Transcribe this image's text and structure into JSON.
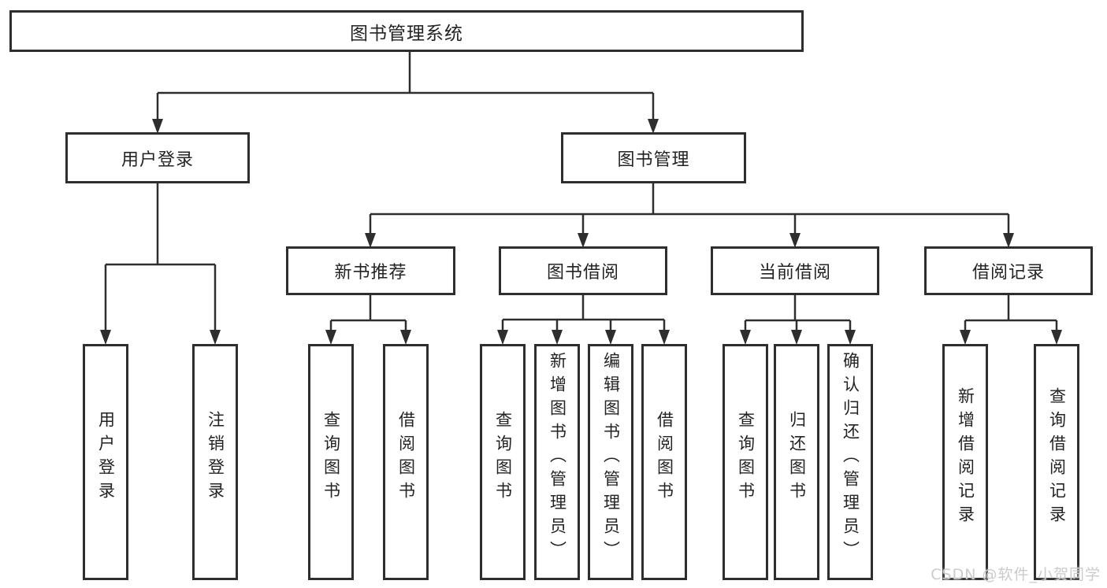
{
  "diagram": {
    "root": {
      "label": "图书管理系统"
    },
    "branches": [
      {
        "label": "用户登录",
        "children": [
          {
            "label": "用户登录"
          },
          {
            "label": "注销登录"
          }
        ]
      },
      {
        "label": "图书管理",
        "children": [
          {
            "label": "新书推荐",
            "children": [
              {
                "label": "查询图书"
              },
              {
                "label": "借阅图书"
              }
            ]
          },
          {
            "label": "图书借阅",
            "children": [
              {
                "label": "查询图书"
              },
              {
                "label": "新增图书（管理员）"
              },
              {
                "label": "编辑图书（管理员）"
              },
              {
                "label": "借阅图书"
              }
            ]
          },
          {
            "label": "当前借阅",
            "children": [
              {
                "label": "查询图书"
              },
              {
                "label": "归还图书"
              },
              {
                "label": "确认归还（管理员）"
              }
            ]
          },
          {
            "label": "借阅记录",
            "children": [
              {
                "label": "新增借阅记录"
              },
              {
                "label": "查询借阅记录"
              }
            ]
          }
        ]
      }
    ]
  },
  "watermark": {
    "text": "CSDN @软件_小贺同学"
  },
  "colors": {
    "line": "#2e2e2e",
    "box_border": "#2e2e2e",
    "text": "#232323",
    "watermark": "#cbcbcb",
    "background": "#ffffff"
  }
}
